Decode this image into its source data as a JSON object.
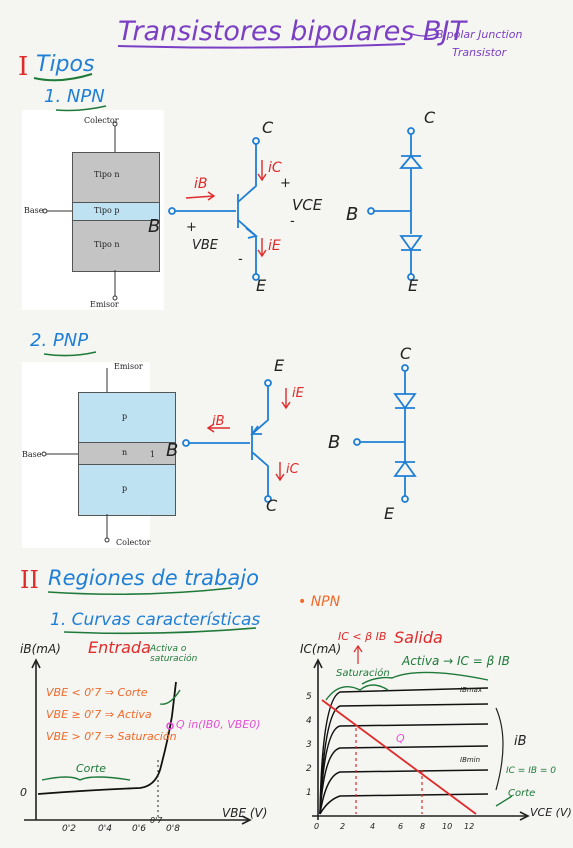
{
  "title": "Transistores bipolares BJT",
  "title_note_1": "Bipolar Junction",
  "title_note_2": "Transistor",
  "section1": {
    "numeral": "I",
    "label": "Tipos"
  },
  "npn": {
    "heading": "1. NPN",
    "fig": {
      "collector": "Colector",
      "base": "Base",
      "emitter": "Emisor",
      "top": "Tipo n",
      "middle": "Tipo p",
      "bottom": "Tipo n"
    },
    "sym": {
      "c": "C",
      "b": "B",
      "e": "E",
      "ib": "iB",
      "ic": "iC",
      "ie": "iE",
      "vce": "VCE",
      "vbe": "VBE",
      "plus": "+",
      "minus": "-"
    }
  },
  "pnp": {
    "heading": "2. PNP",
    "fig": {
      "emitter": "Emisor",
      "base": "Base",
      "collector": "Colector",
      "top": "p",
      "middle": "n",
      "bottom": "p",
      "marker": "1"
    },
    "sym": {
      "c": "C",
      "b": "B",
      "e": "E",
      "ib": "iB",
      "ic": "iC",
      "ie": "iE"
    }
  },
  "section2": {
    "numeral": "II",
    "label": "Regiones de trabajo"
  },
  "npn_note": "• NPN",
  "curves": {
    "heading": "1. Curvas características",
    "input": {
      "title": "Entrada",
      "ylabel": "iB(mA)",
      "xlabel": "VBE (V)",
      "zero": "0",
      "note_active": "Activa o saturación",
      "conditions": [
        "VBE < 0'7 ⇒ Corte",
        "VBE ≥ 0'7 ⇒ Activa",
        "VBE > 0'7 ⇒ Saturación"
      ],
      "q_label": "Q in(IB0, VBE0)",
      "corte": "Corte",
      "xticks": [
        "0'2",
        "0'4",
        "0'6",
        "0'7",
        "0'8"
      ]
    },
    "output": {
      "title": "Salida",
      "ylabel": "IC(mA)",
      "xlabel": "VCE (V)",
      "note_sat": "IC < β IB",
      "saturacion": "Saturación",
      "activa": "Activa → IC = β IB",
      "corte": "Corte",
      "ib_label": "iB",
      "ib_zero": "IC = IB = 0",
      "curve_label_1": "IBmax",
      "curve_label_2": "IBmin",
      "q": "Q",
      "yticks": [
        "1",
        "2",
        "3",
        "4",
        "5"
      ],
      "xticks": [
        "0",
        "2",
        "4",
        "6",
        "8",
        "10",
        "12"
      ]
    }
  }
}
